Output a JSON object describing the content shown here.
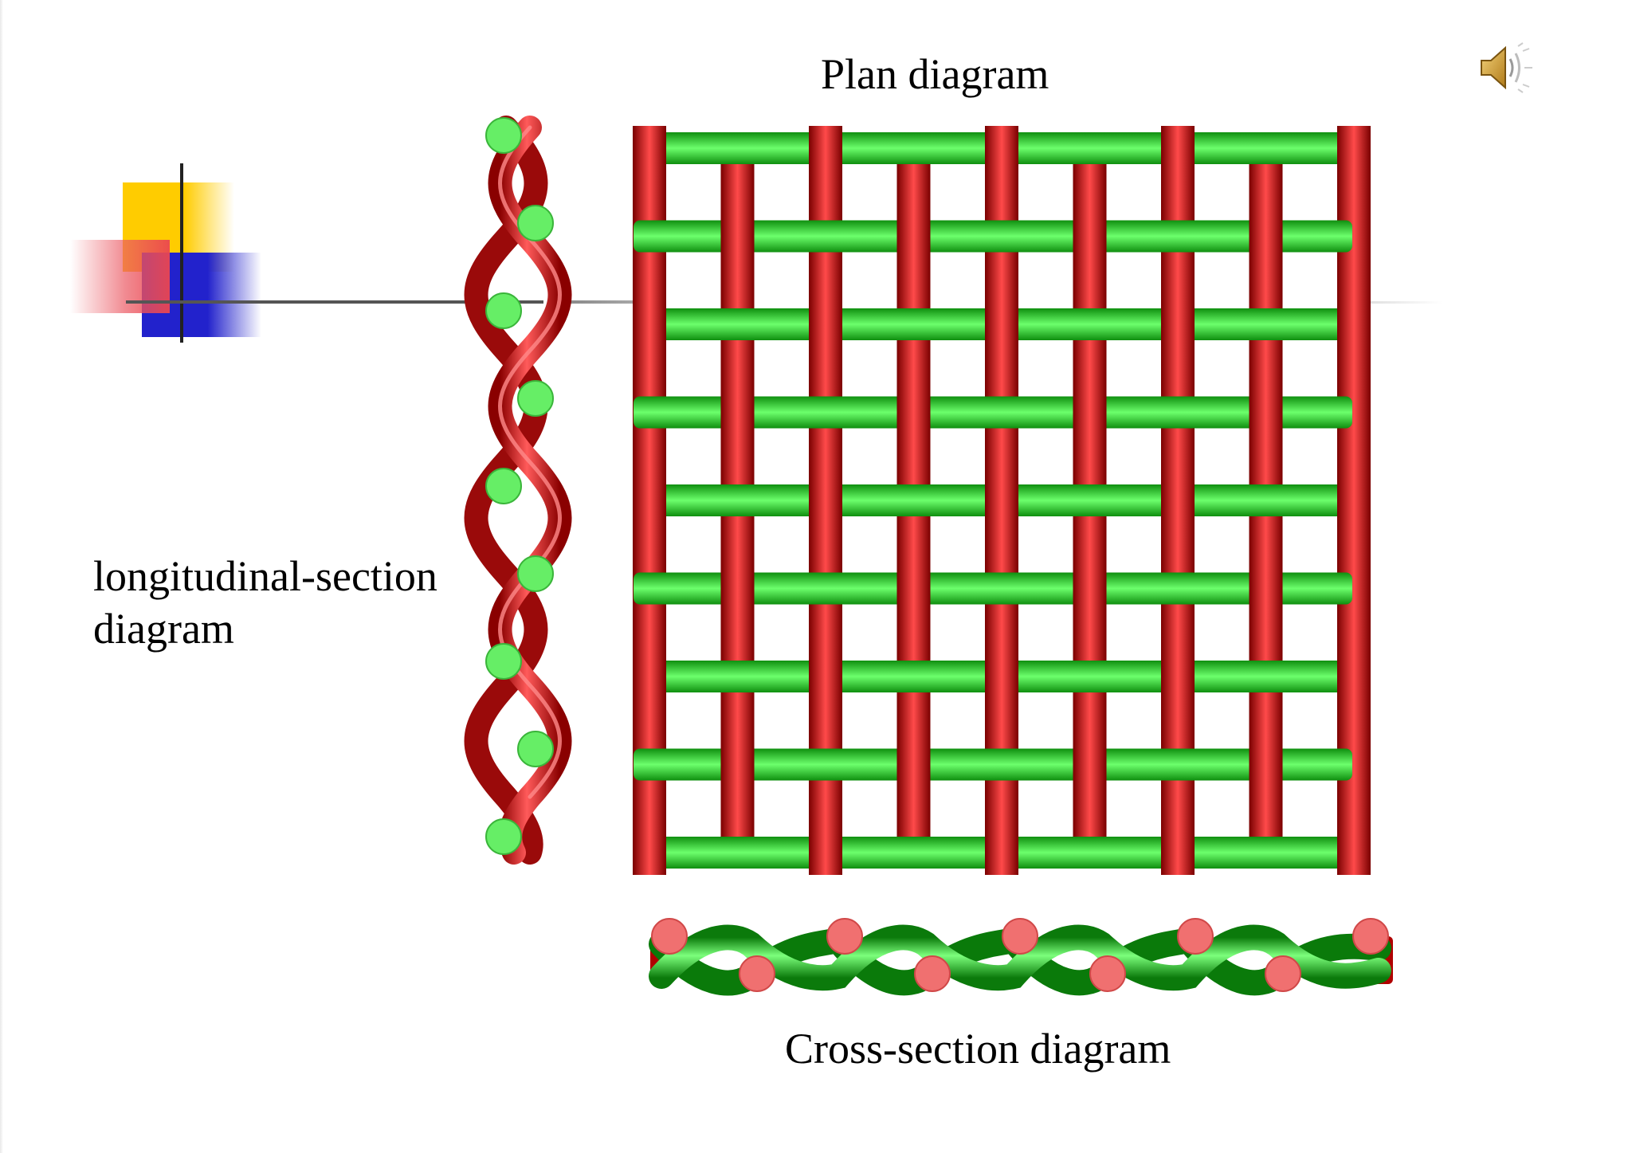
{
  "labels": {
    "plan": "Plan diagram",
    "longitudinal_line1": "longitudinal-section",
    "longitudinal_line2": "diagram",
    "cross": "Cross-section diagram"
  },
  "icons": {
    "speaker": "speaker-icon",
    "logo": "corner-logo"
  },
  "colors": {
    "warp_red": "#dd2222",
    "weft_green": "#22cc22",
    "dot_green": "#66ee66",
    "dot_pink": "#f07070",
    "logo_yellow": "#ffcc00",
    "logo_blue": "#2222cc",
    "logo_red": "#eb4650"
  },
  "weave": {
    "warp_count": 9,
    "weft_count": 9
  }
}
